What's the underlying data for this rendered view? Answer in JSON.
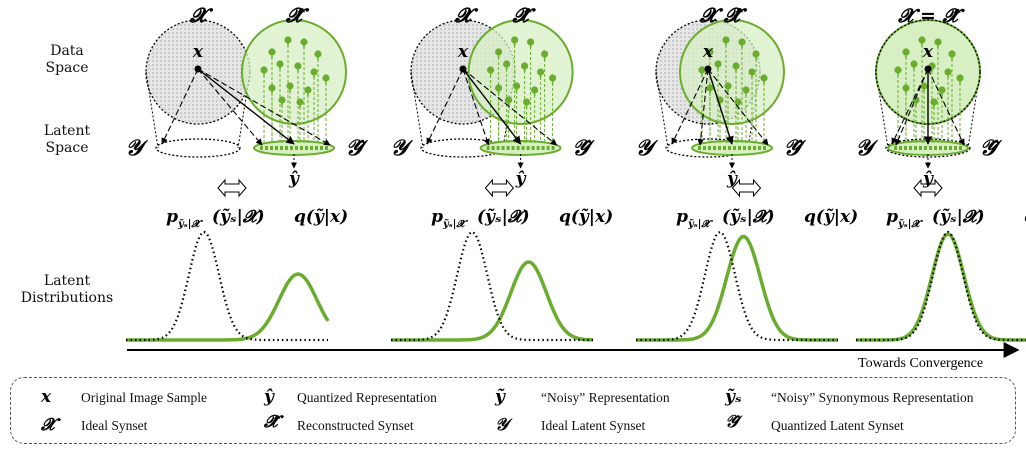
{
  "rows": {
    "data_space": "Data\nSpace",
    "latent_space": "Latent\nSpace",
    "latent_distributions": "Latent\nDistributions"
  },
  "symbols": {
    "X": "𝓧",
    "Xhat": "𝓧̂",
    "x": "𝒙",
    "Y": "𝒴",
    "Yhat": "𝒴̂",
    "yhat": "𝒚̂",
    "equal_panel_title": "𝓧 = 𝓧̂",
    "p_label": "p",
    "p_sub": "𝒚̃ₛ|𝓧",
    "p_arg": "(𝒚̃ₛ|𝓧)",
    "q_label": "q(𝒚̃|𝒙)"
  },
  "axis": {
    "label": "Towards Convergence"
  },
  "legend": [
    {
      "symbol": "𝒙",
      "text": "Original Image Sample"
    },
    {
      "symbol": "𝒚̂",
      "text": "Quantized Representation"
    },
    {
      "symbol": "𝒚̃",
      "text": "“Noisy” Representation"
    },
    {
      "symbol": "𝒚̃ₛ",
      "text": "“Noisy” Synonymous Representation"
    },
    {
      "symbol": "𝓧",
      "text": "Ideal Synset"
    },
    {
      "symbol": "𝓧̂",
      "text": "Reconstructed Synset"
    },
    {
      "symbol": "𝒴",
      "text": "Ideal Latent Synset"
    },
    {
      "symbol": "𝒴̂",
      "text": "Quantized Latent Synset"
    }
  ],
  "colors": {
    "green": "#6aad2e",
    "green_fill": "#d8efc4",
    "gray_fill": "#d9d9d9",
    "black": "#000000"
  },
  "panels": [
    {
      "overlap": 0.0
    },
    {
      "overlap": 0.4
    },
    {
      "overlap": 0.75
    },
    {
      "overlap": 1.0
    }
  ]
}
